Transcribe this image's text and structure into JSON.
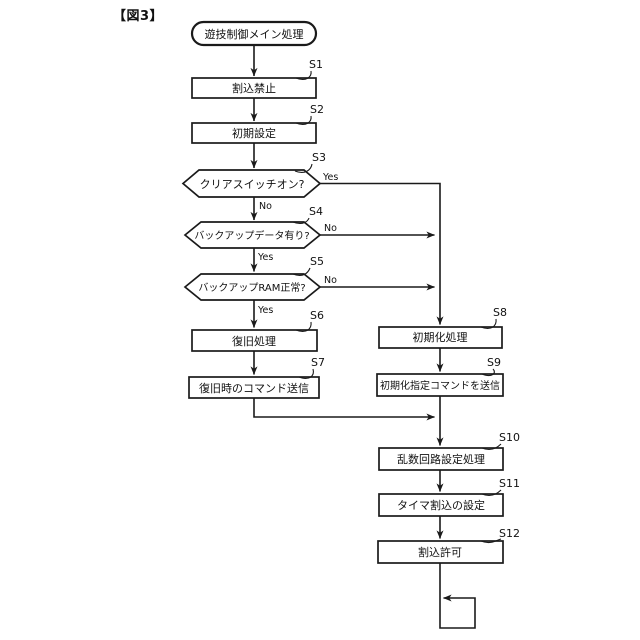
{
  "figure": {
    "label": "【図3】"
  },
  "flowchart": {
    "start_label": "遊技制御メイン処理",
    "branch": {
      "yes": "Yes",
      "no": "No"
    },
    "steps": [
      {
        "id": "S1",
        "type": "process",
        "label": "割込禁止"
      },
      {
        "id": "S2",
        "type": "process",
        "label": "初期設定"
      },
      {
        "id": "S3",
        "type": "decision",
        "label": "クリアスイッチオン?"
      },
      {
        "id": "S4",
        "type": "decision",
        "label": "バックアップデータ有り?"
      },
      {
        "id": "S5",
        "type": "decision",
        "label": "バックアップRAM正常?"
      },
      {
        "id": "S6",
        "type": "process",
        "label": "復旧処理"
      },
      {
        "id": "S7",
        "type": "process",
        "label": "復旧時のコマンド送信"
      },
      {
        "id": "S8",
        "type": "process",
        "label": "初期化処理"
      },
      {
        "id": "S9",
        "type": "process",
        "label": "初期化指定コマンドを送信"
      },
      {
        "id": "S10",
        "type": "process",
        "label": "乱数回路設定処理"
      },
      {
        "id": "S11",
        "type": "process",
        "label": "タイマ割込の設定"
      },
      {
        "id": "S12",
        "type": "process",
        "label": "割込許可"
      }
    ],
    "edges": [
      {
        "from": "start",
        "to": "S1"
      },
      {
        "from": "S1",
        "to": "S2"
      },
      {
        "from": "S2",
        "to": "S3"
      },
      {
        "from": "S3",
        "to": "S4",
        "label": "No"
      },
      {
        "from": "S3",
        "to": "S8",
        "label": "Yes"
      },
      {
        "from": "S4",
        "to": "S5",
        "label": "Yes"
      },
      {
        "from": "S4",
        "to": "S8",
        "label": "No"
      },
      {
        "from": "S5",
        "to": "S6",
        "label": "Yes"
      },
      {
        "from": "S5",
        "to": "S8",
        "label": "No"
      },
      {
        "from": "S6",
        "to": "S7"
      },
      {
        "from": "S7",
        "to": "S10"
      },
      {
        "from": "S8",
        "to": "S9"
      },
      {
        "from": "S9",
        "to": "S10"
      },
      {
        "from": "S10",
        "to": "S11"
      },
      {
        "from": "S11",
        "to": "S12"
      },
      {
        "from": "S12",
        "to": "loop"
      }
    ]
  },
  "colors": {
    "line": "#1a1a1a",
    "background": "#ffffff"
  }
}
